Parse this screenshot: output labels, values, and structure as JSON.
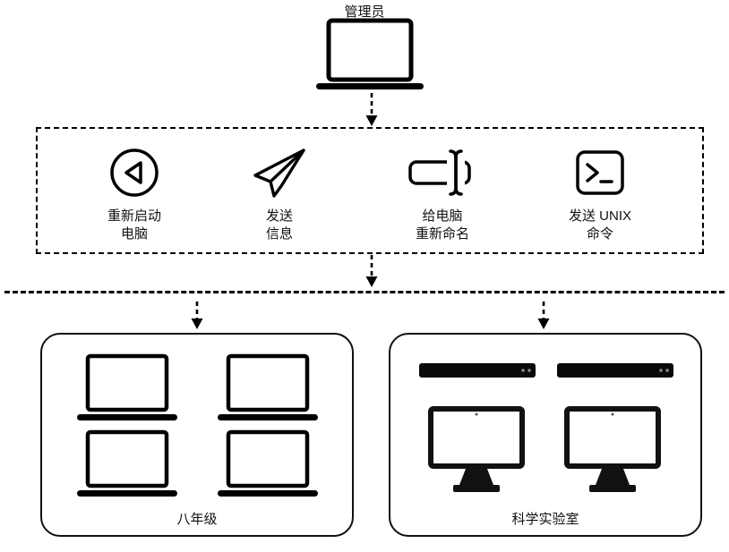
{
  "admin": {
    "label": "管理员",
    "icon": "laptop-icon"
  },
  "actions_panel": {
    "items": [
      {
        "icon": "restart-icon",
        "line1": "重新启动",
        "line2": "电脑"
      },
      {
        "icon": "paper-plane-icon",
        "line1": "发送",
        "line2": "信息"
      },
      {
        "icon": "rename-icon",
        "line1": "给电脑",
        "line2": "重新命名"
      },
      {
        "icon": "terminal-icon",
        "line1": "发送 UNIX",
        "line2": "命令"
      }
    ]
  },
  "groups": [
    {
      "label": "八年级",
      "devices": [
        "laptop-icon",
        "laptop-icon",
        "laptop-icon",
        "laptop-icon"
      ]
    },
    {
      "label": "科学实验室",
      "devices": [
        "server-icon",
        "server-icon",
        "desktop-monitor-icon",
        "desktop-monitor-icon"
      ]
    }
  ],
  "colors": {
    "ink": "#000000",
    "background": "#ffffff"
  }
}
